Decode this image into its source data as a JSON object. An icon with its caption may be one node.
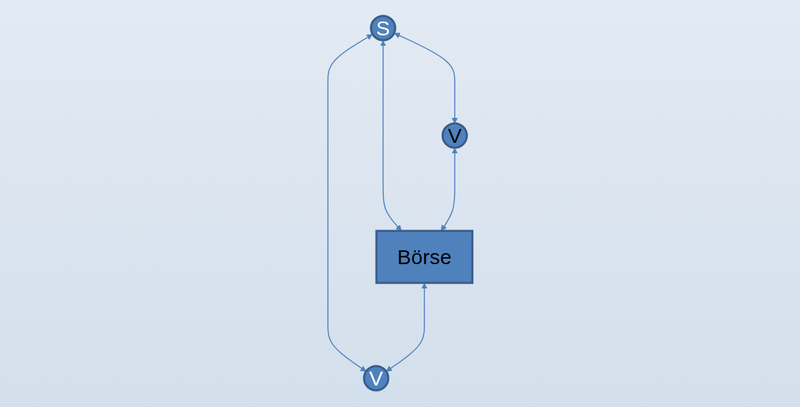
{
  "diagram": {
    "nodes": [
      {
        "text": [
          "S"
        ]
      },
      {
        "text": [
          "V"
        ]
      },
      {
        "text": [
          "Börse"
        ]
      },
      {
        "text": [
          "V"
        ]
      }
    ],
    "edges": [
      {
        "from": 0,
        "to": 1,
        "arrow": "both"
      },
      {
        "from": 0,
        "to": 2,
        "arrow": "both"
      },
      {
        "from": 0,
        "to": 3,
        "arrow": "both"
      },
      {
        "from": 1,
        "to": 2,
        "arrow": "both"
      },
      {
        "from": 2,
        "to": 3,
        "arrow": "both"
      }
    ]
  }
}
